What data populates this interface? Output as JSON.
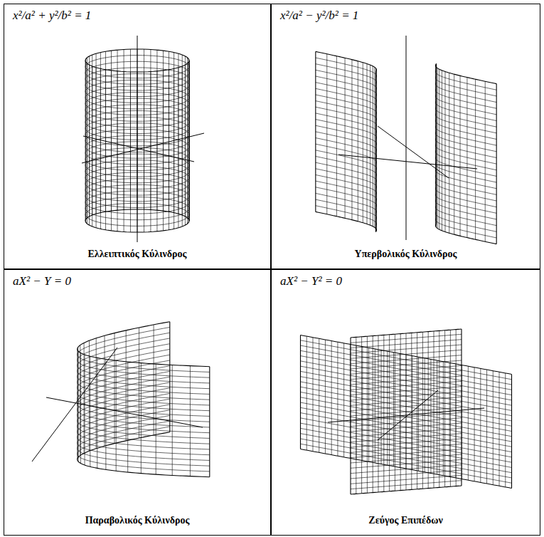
{
  "diagram": {
    "nodes": [
      {
        "text": [
          "x²/a² + y²/b² = 1",
          "Ελλειπτικός Κύλινδρος"
        ]
      },
      {
        "text": [
          "x²/a² − y²/b² = 1",
          "Υπερβολικός Κύλινδρος"
        ]
      },
      {
        "text": [
          "aX² − Y = 0",
          "Παραβολικός Κύλινδρος"
        ]
      },
      {
        "text": [
          "aX² − Y² = 0",
          "Ζεύγος Επιπέδων"
        ]
      }
    ]
  }
}
